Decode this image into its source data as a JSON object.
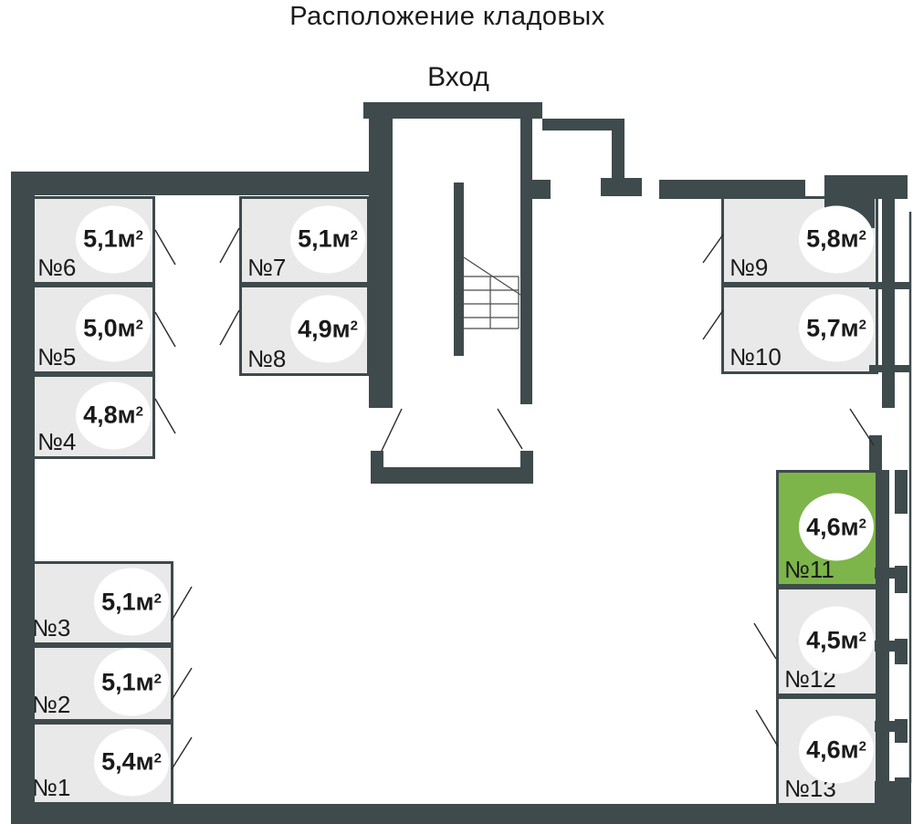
{
  "title": "Расположение кладовых",
  "entrance": {
    "label": "Вход"
  },
  "colors": {
    "wall": "#3e4a4c",
    "unit_fill": "#e9e9e9",
    "highlight": "#7db54a",
    "text": "#1a1a1a"
  },
  "units": [
    {
      "number": "№1",
      "area": "5,4м",
      "sup": "2",
      "highlighted": false
    },
    {
      "number": "№2",
      "area": "5,1м",
      "sup": "2",
      "highlighted": false
    },
    {
      "number": "№3",
      "area": "5,1м",
      "sup": "2",
      "highlighted": false
    },
    {
      "number": "№4",
      "area": "4,8м",
      "sup": "2",
      "highlighted": false
    },
    {
      "number": "№5",
      "area": "5,0м",
      "sup": "2",
      "highlighted": false
    },
    {
      "number": "№6",
      "area": "5,1м",
      "sup": "2",
      "highlighted": false
    },
    {
      "number": "№7",
      "area": "5,1м",
      "sup": "2",
      "highlighted": false
    },
    {
      "number": "№8",
      "area": "4,9м",
      "sup": "2",
      "highlighted": false
    },
    {
      "number": "№9",
      "area": "5,8м",
      "sup": "2",
      "highlighted": false
    },
    {
      "number": "№10",
      "area": "5,7м",
      "sup": "2",
      "highlighted": false
    },
    {
      "number": "№11",
      "area": "4,6м",
      "sup": "2",
      "highlighted": true
    },
    {
      "number": "№12",
      "area": "4,5м",
      "sup": "2",
      "highlighted": false
    },
    {
      "number": "№13",
      "area": "4,6м",
      "sup": "2",
      "highlighted": false
    }
  ]
}
